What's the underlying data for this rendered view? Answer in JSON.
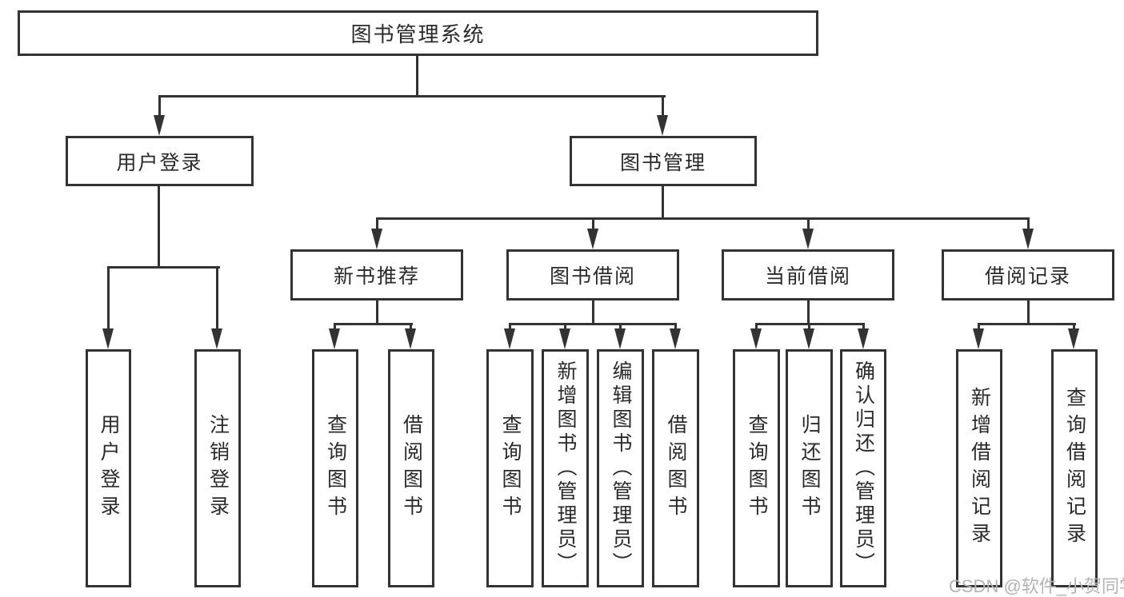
{
  "diagram": {
    "root": {
      "label": "图书管理系统"
    },
    "level2": [
      {
        "label": "用户登录"
      },
      {
        "label": "图书管理"
      }
    ],
    "level3": [
      {
        "label": "新书推荐"
      },
      {
        "label": "图书借阅"
      },
      {
        "label": "当前借阅"
      },
      {
        "label": "借阅记录"
      }
    ],
    "leaves": [
      {
        "label": "用户登录"
      },
      {
        "label": "注销登录"
      },
      {
        "label": "查询图书"
      },
      {
        "label": "借阅图书"
      },
      {
        "label": "查询图书"
      },
      {
        "label": "新增图书（管理员）"
      },
      {
        "label": "编辑图书（管理员）"
      },
      {
        "label": "借阅图书"
      },
      {
        "label": "查询图书"
      },
      {
        "label": "归还图书"
      },
      {
        "label": "确认归还（管理员）"
      },
      {
        "label": "新增借阅记录"
      },
      {
        "label": "查询借阅记录"
      }
    ],
    "watermark": "CSDN @软件_小贺同学",
    "colors": {
      "line": "#333333",
      "text": "#2a2a2a",
      "watermark": "#b3b3b3",
      "background": "#ffffff"
    }
  }
}
